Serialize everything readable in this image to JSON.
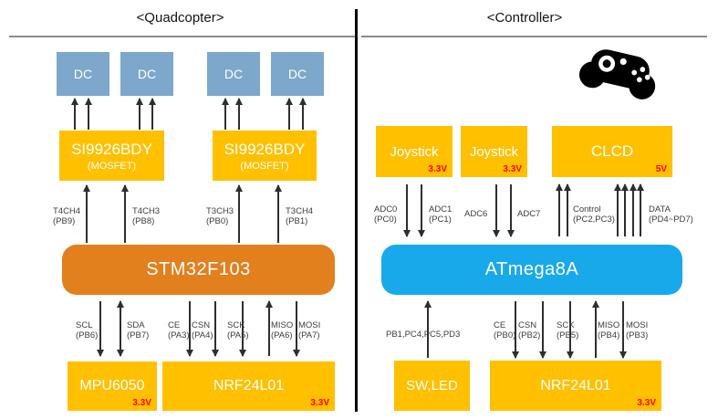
{
  "sections": {
    "left_title": "<Quadcopter>",
    "right_title": "<Controller>"
  },
  "quadcopter": {
    "dc_label": "DC",
    "mosfet_name": "SI9926BDY",
    "mosfet_sub": "(MOSFET)",
    "pwm_labels": [
      {
        "n": "T4CH4",
        "p": "(PB9)"
      },
      {
        "n": "T4CH3",
        "p": "(PB8)"
      },
      {
        "n": "T3CH3",
        "p": "(PB0)"
      },
      {
        "n": "T3CH4",
        "p": "(PB1)"
      }
    ],
    "mcu_name": "STM32F103",
    "bus_labels": [
      {
        "n": "SCL",
        "p": "(PB6)"
      },
      {
        "n": "SDA",
        "p": "(PB7)"
      },
      {
        "n": "CE",
        "p": "(PA3)"
      },
      {
        "n": "CSN",
        "p": "(PA4)"
      },
      {
        "n": "SCK",
        "p": "(PA5)"
      },
      {
        "n": "MISO",
        "p": "(PA6)"
      },
      {
        "n": "MOSI",
        "p": "(PA7)"
      }
    ],
    "mpu": {
      "name": "MPU6050",
      "voltage": "3.3V"
    },
    "nrf": {
      "name": "NRF24L01",
      "voltage": "3.3V"
    }
  },
  "controller": {
    "joystick1": {
      "name": "Joystick",
      "voltage": "3.3V"
    },
    "joystick2": {
      "name": "Joystick",
      "voltage": "3.3V"
    },
    "clcd": {
      "name": "CLCD",
      "voltage": "5V"
    },
    "adc_labels": [
      {
        "n": "ADC0",
        "p": "(PC0)"
      },
      {
        "n": "ADC1",
        "p": "(PC1)"
      },
      {
        "n": "ADC6",
        "p": ""
      },
      {
        "n": "ADC7",
        "p": ""
      }
    ],
    "clcd_bus": [
      {
        "n": "Control",
        "p": "(PC2,PC3)"
      },
      {
        "n": "DATA",
        "p": "(PD4~PD7)"
      }
    ],
    "mcu_name": "ATmega8A",
    "swled_pins": "PB1,PC4,PC5,PD3",
    "spi_labels": [
      {
        "n": "CE",
        "p": "(PB0)"
      },
      {
        "n": "CSN",
        "p": "(PB2)"
      },
      {
        "n": "SCK",
        "p": "(PB5)"
      },
      {
        "n": "MISO",
        "p": "(PB4)"
      },
      {
        "n": "MOSI",
        "p": "(PB3)"
      }
    ],
    "swled_name": "SW,LED",
    "nrf": {
      "name": "NRF24L01",
      "voltage": "3.3V"
    }
  },
  "icons": {
    "gamepad": "gamepad-icon"
  },
  "colors": {
    "component_yellow": "#FFC000",
    "dc_blue": "#7DA7CB",
    "stm32_orange": "#E2801E",
    "atmega_blue": "#18A9EA",
    "voltage_red": "#FF0000",
    "arrow_dark": "#2E2E2E",
    "divider_black": "#000000",
    "header_gray": "#8A8A8A"
  }
}
